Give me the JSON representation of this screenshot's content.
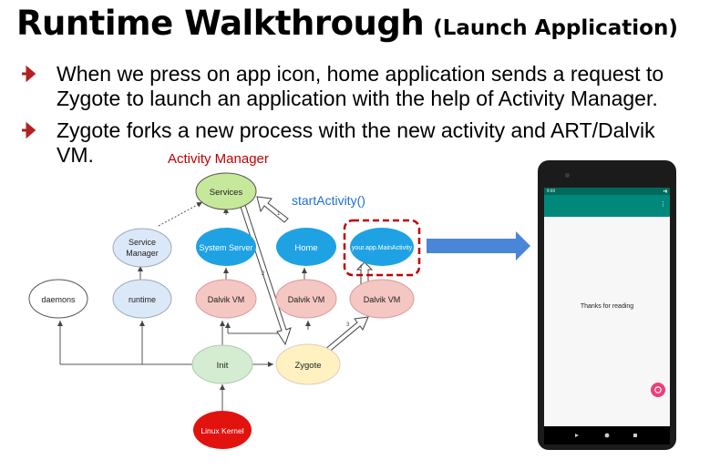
{
  "title": {
    "main": "Runtime Walkthrough",
    "sub": "(Launch Application)"
  },
  "bullets": [
    {
      "line1": "When we press on app icon, home application sends a request to",
      "line2": "Zygote to launch an application with the help of Activity Manager."
    },
    {
      "line1": "Zygote forks a new process with the new activity and ART/Dalvik",
      "line2": "VM."
    }
  ],
  "diagram": {
    "activity_manager_label": "Activity Manager",
    "start_activity_label": "startActivity()",
    "nodes": {
      "services": "Services",
      "service_manager_line1": "Service",
      "service_manager_line2": "Manager",
      "system_server": "System Server",
      "home": "Home",
      "main_activity": "your.app.MainActivity",
      "daemons": "daemons",
      "runtime": "runtime",
      "dalvik_vm": "Dalvik VM",
      "init": "Init",
      "zygote": "Zygote",
      "linux_kernel": "Linux Kernel"
    },
    "step_labels": {
      "one": "1",
      "two": "2",
      "three": "3",
      "four": "4"
    },
    "colors": {
      "services": "#c5e89a",
      "blue": "#1ea2e4",
      "light_blue": "#dbe8f8",
      "pink": "#f4c7c3",
      "green": "#d4ecd2",
      "yellow": "#fff2c0",
      "red": "#e2130f",
      "highlight": "#c00000",
      "arrow": "#4a86d8"
    }
  },
  "phone": {
    "status_time": "9:00",
    "message": "Thanks for reading"
  }
}
